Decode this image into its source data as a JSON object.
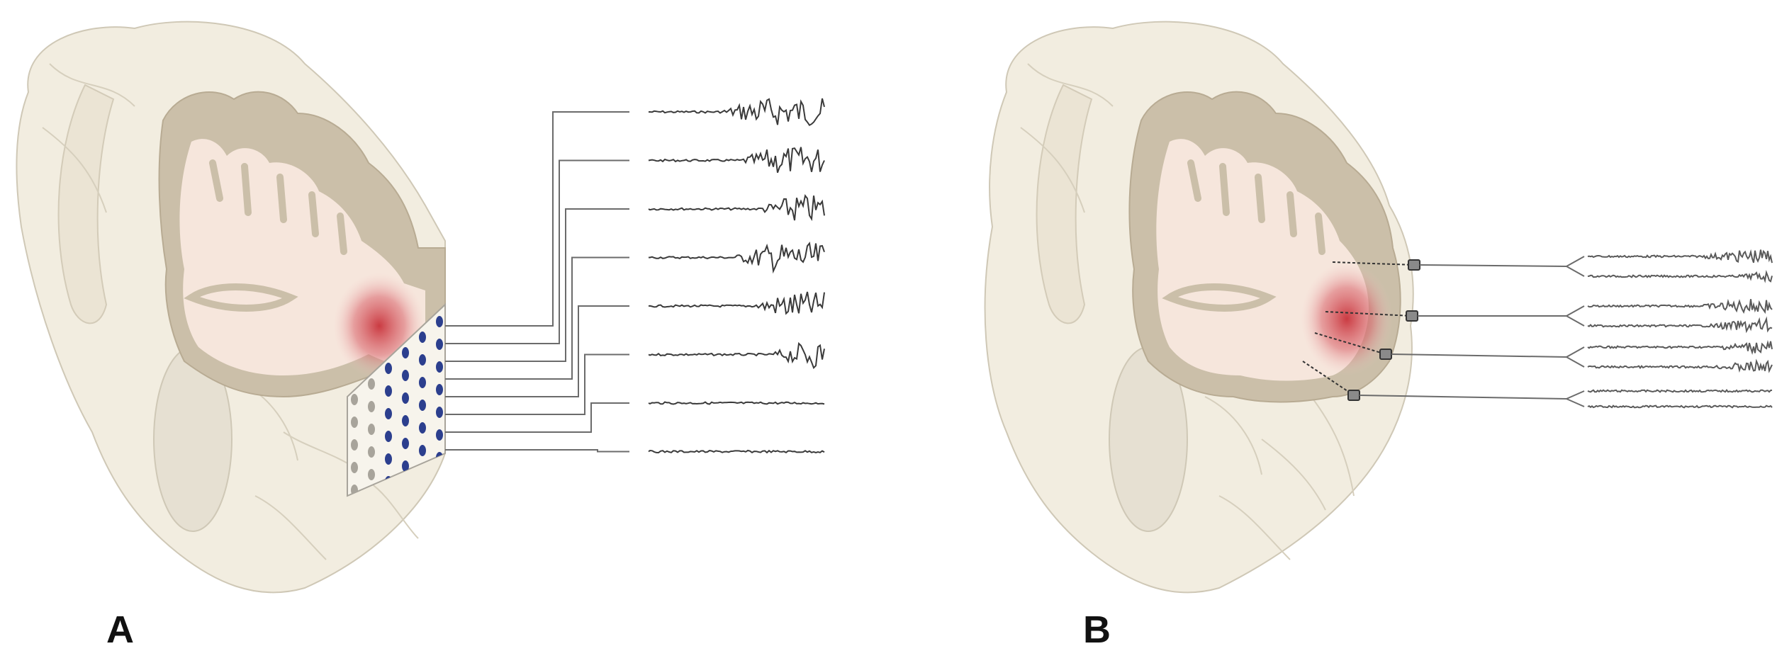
{
  "panels": [
    {
      "label": "A",
      "electrode_type": "subdural grid",
      "trace_count": 8,
      "trace_onset_active": [
        true,
        true,
        true,
        true,
        true,
        true,
        false,
        false
      ]
    },
    {
      "label": "B",
      "electrode_type": "depth electrodes",
      "electrode_count": 4,
      "trace_count": 8
    }
  ],
  "colors": {
    "brain_surface": "#f2ede0",
    "brain_outline": "#cfc8b6",
    "gray_matter": "#cbbfa9",
    "white_matter": "#f6e6dc",
    "seizure_focus": "#c8323a",
    "grid_contact_active": "#2c3f8e",
    "grid_contact_inactive": "#a8a49b",
    "lead_wire": "#6b6b6b",
    "trace": "#3a3a3a"
  }
}
